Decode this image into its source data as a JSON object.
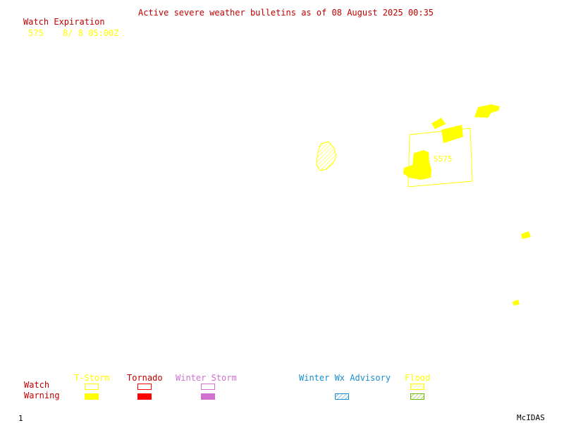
{
  "header": {
    "title": "Active severe weather bulletins as of 08 August 2025 00:35",
    "watch_expiration_label": "Watch Expiration",
    "watches": [
      {
        "number": "575",
        "expires": "8/ 8 05:00Z"
      }
    ]
  },
  "map": {
    "watch_label": "575"
  },
  "legend": {
    "row_labels": {
      "watch": "Watch",
      "warning": "Warning"
    },
    "columns": [
      {
        "key": "tstorm",
        "label": "T-Storm",
        "color": "#ffff00"
      },
      {
        "key": "tornado",
        "label": "Tornado",
        "color": "#ff0000"
      },
      {
        "key": "winter",
        "label": "Winter Storm",
        "color": "#d070d0"
      },
      {
        "key": "winterwx",
        "label": "Winter Wx Advisory",
        "color": "#1a8fd0"
      },
      {
        "key": "flood",
        "label": "Flood",
        "color": "#c8d800"
      }
    ],
    "title_color": "#c00000"
  },
  "footer": {
    "frame_number": "1",
    "brand": "McIDAS"
  }
}
